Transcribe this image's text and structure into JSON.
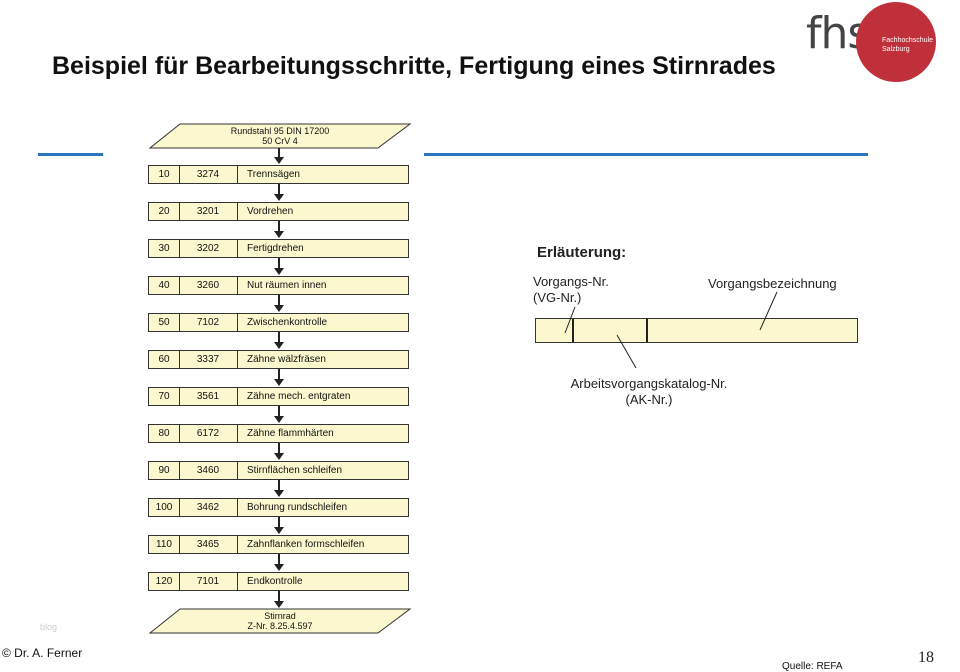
{
  "title": "Beispiel für Bearbeitungsschritte, Fertigung eines Stirnrades",
  "logo": {
    "text": "fhs",
    "circle_line1": "Fachhochschule",
    "circle_line2": "Salzburg",
    "color": "#c0303a"
  },
  "flow": {
    "start": {
      "line1": "Rundstahl 95 DIN 17200",
      "line2": "50 CrV 4"
    },
    "steps": [
      {
        "vg": "10",
        "ak": "3274",
        "name": "Trennsägen"
      },
      {
        "vg": "20",
        "ak": "3201",
        "name": "Vordrehen"
      },
      {
        "vg": "30",
        "ak": "3202",
        "name": "Fertigdrehen"
      },
      {
        "vg": "40",
        "ak": "3260",
        "name": "Nut räumen innen"
      },
      {
        "vg": "50",
        "ak": "7102",
        "name": "Zwischenkontrolle"
      },
      {
        "vg": "60",
        "ak": "3337",
        "name": "Zähne wälzfräsen"
      },
      {
        "vg": "70",
        "ak": "3561",
        "name": "Zähne mech. entgraten"
      },
      {
        "vg": "80",
        "ak": "6172",
        "name": "Zähne flammhärten"
      },
      {
        "vg": "90",
        "ak": "3460",
        "name": "Stirnflächen schleifen"
      },
      {
        "vg": "100",
        "ak": "3462",
        "name": "Bohrung rundschleifen"
      },
      {
        "vg": "110",
        "ak": "3465",
        "name": "Zahnflanken formschleifen"
      },
      {
        "vg": "120",
        "ak": "7101",
        "name": "Endkontrolle"
      }
    ],
    "end": {
      "line1": "Stirnrad",
      "line2": "Z-Nr. 8.25.4.597"
    }
  },
  "explanation": {
    "title": "Erläuterung:",
    "vg_label_1": "Vorgangs-Nr.",
    "vg_label_2": "(VG-Nr.)",
    "desc_label": "Vorgangsbezeichnung",
    "ak_label_1": "Arbeitsvorgangskatalog-Nr.",
    "ak_label_2": "(AK-Nr.)"
  },
  "footer": {
    "author": "© Dr. A. Ferner",
    "source": "Quelle: REFA",
    "page": "18",
    "watermark": "blog"
  },
  "colors": {
    "accent": "#2a74c0",
    "box_fill": "#fbf8cf"
  }
}
